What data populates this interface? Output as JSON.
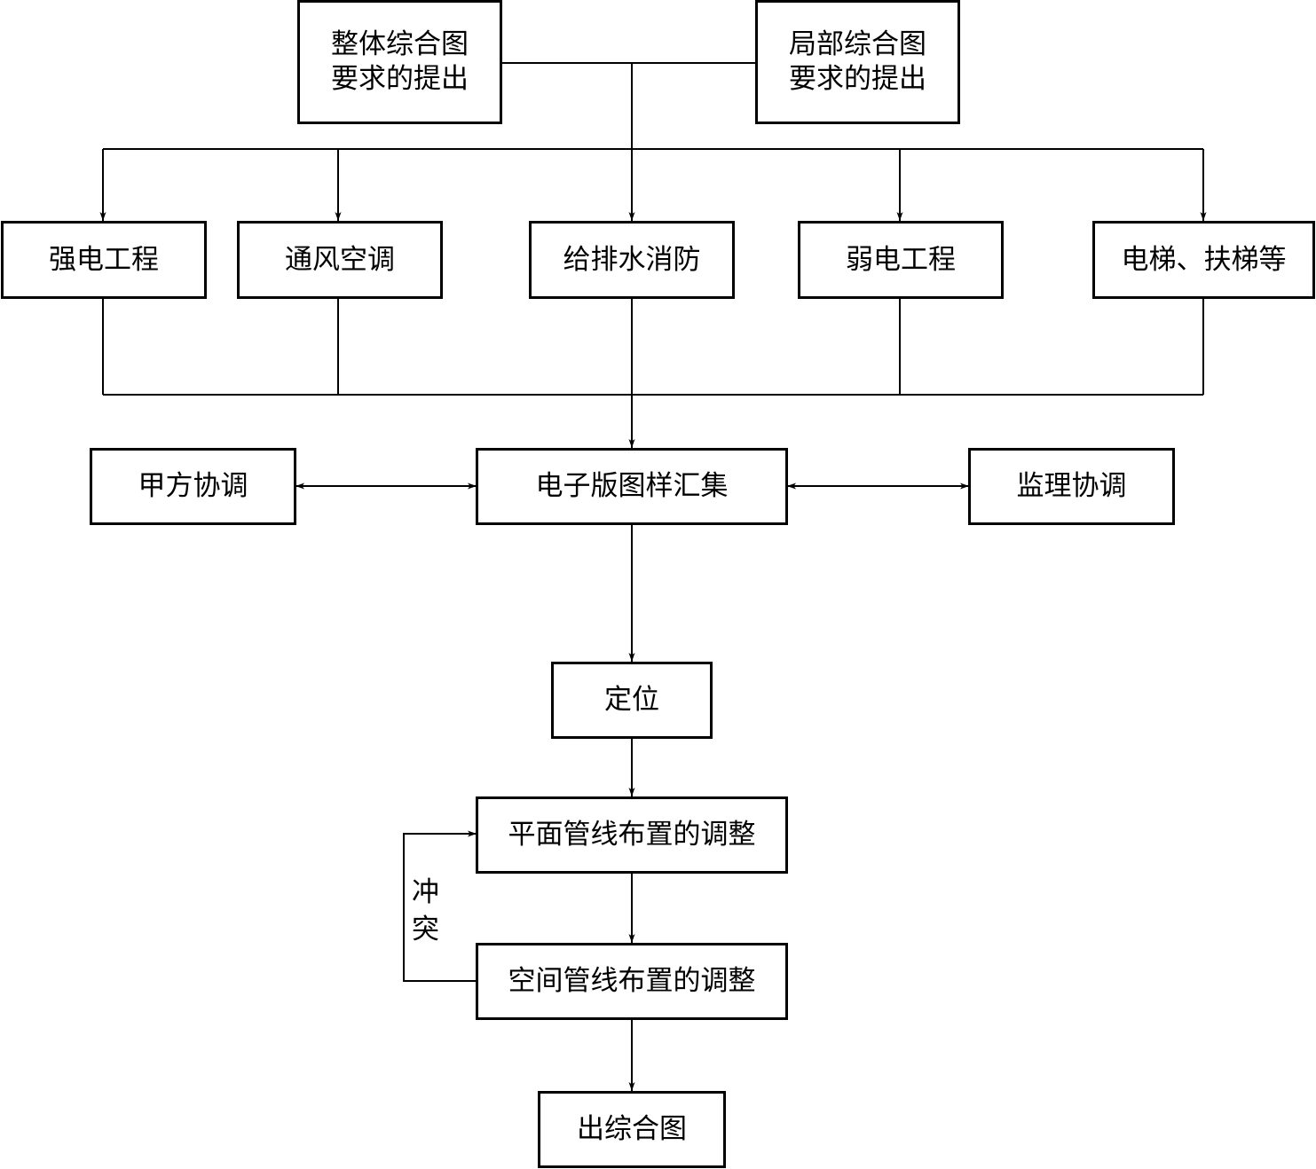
{
  "nodes": {
    "overall_request": {
      "line1": "整体综合图",
      "line2": "要求的提出"
    },
    "partial_request": {
      "line1": "局部综合图",
      "line2": "要求的提出"
    },
    "strong_electric": "强电工程",
    "hvac": "通风空调",
    "water_fire": "给排水消防",
    "weak_electric": "弱电工程",
    "elevator": "电梯、扶梯等",
    "owner_coord": "甲方协调",
    "drawing_collection": "电子版图样汇集",
    "supervision_coord": "监理协调",
    "positioning": "定位",
    "plane_adjust": "平面管线布置的调整",
    "space_adjust": "空间管线布置的调整",
    "final_drawing": "出综合图"
  },
  "conflict_label": {
    "char1": "冲",
    "char2": "突"
  }
}
